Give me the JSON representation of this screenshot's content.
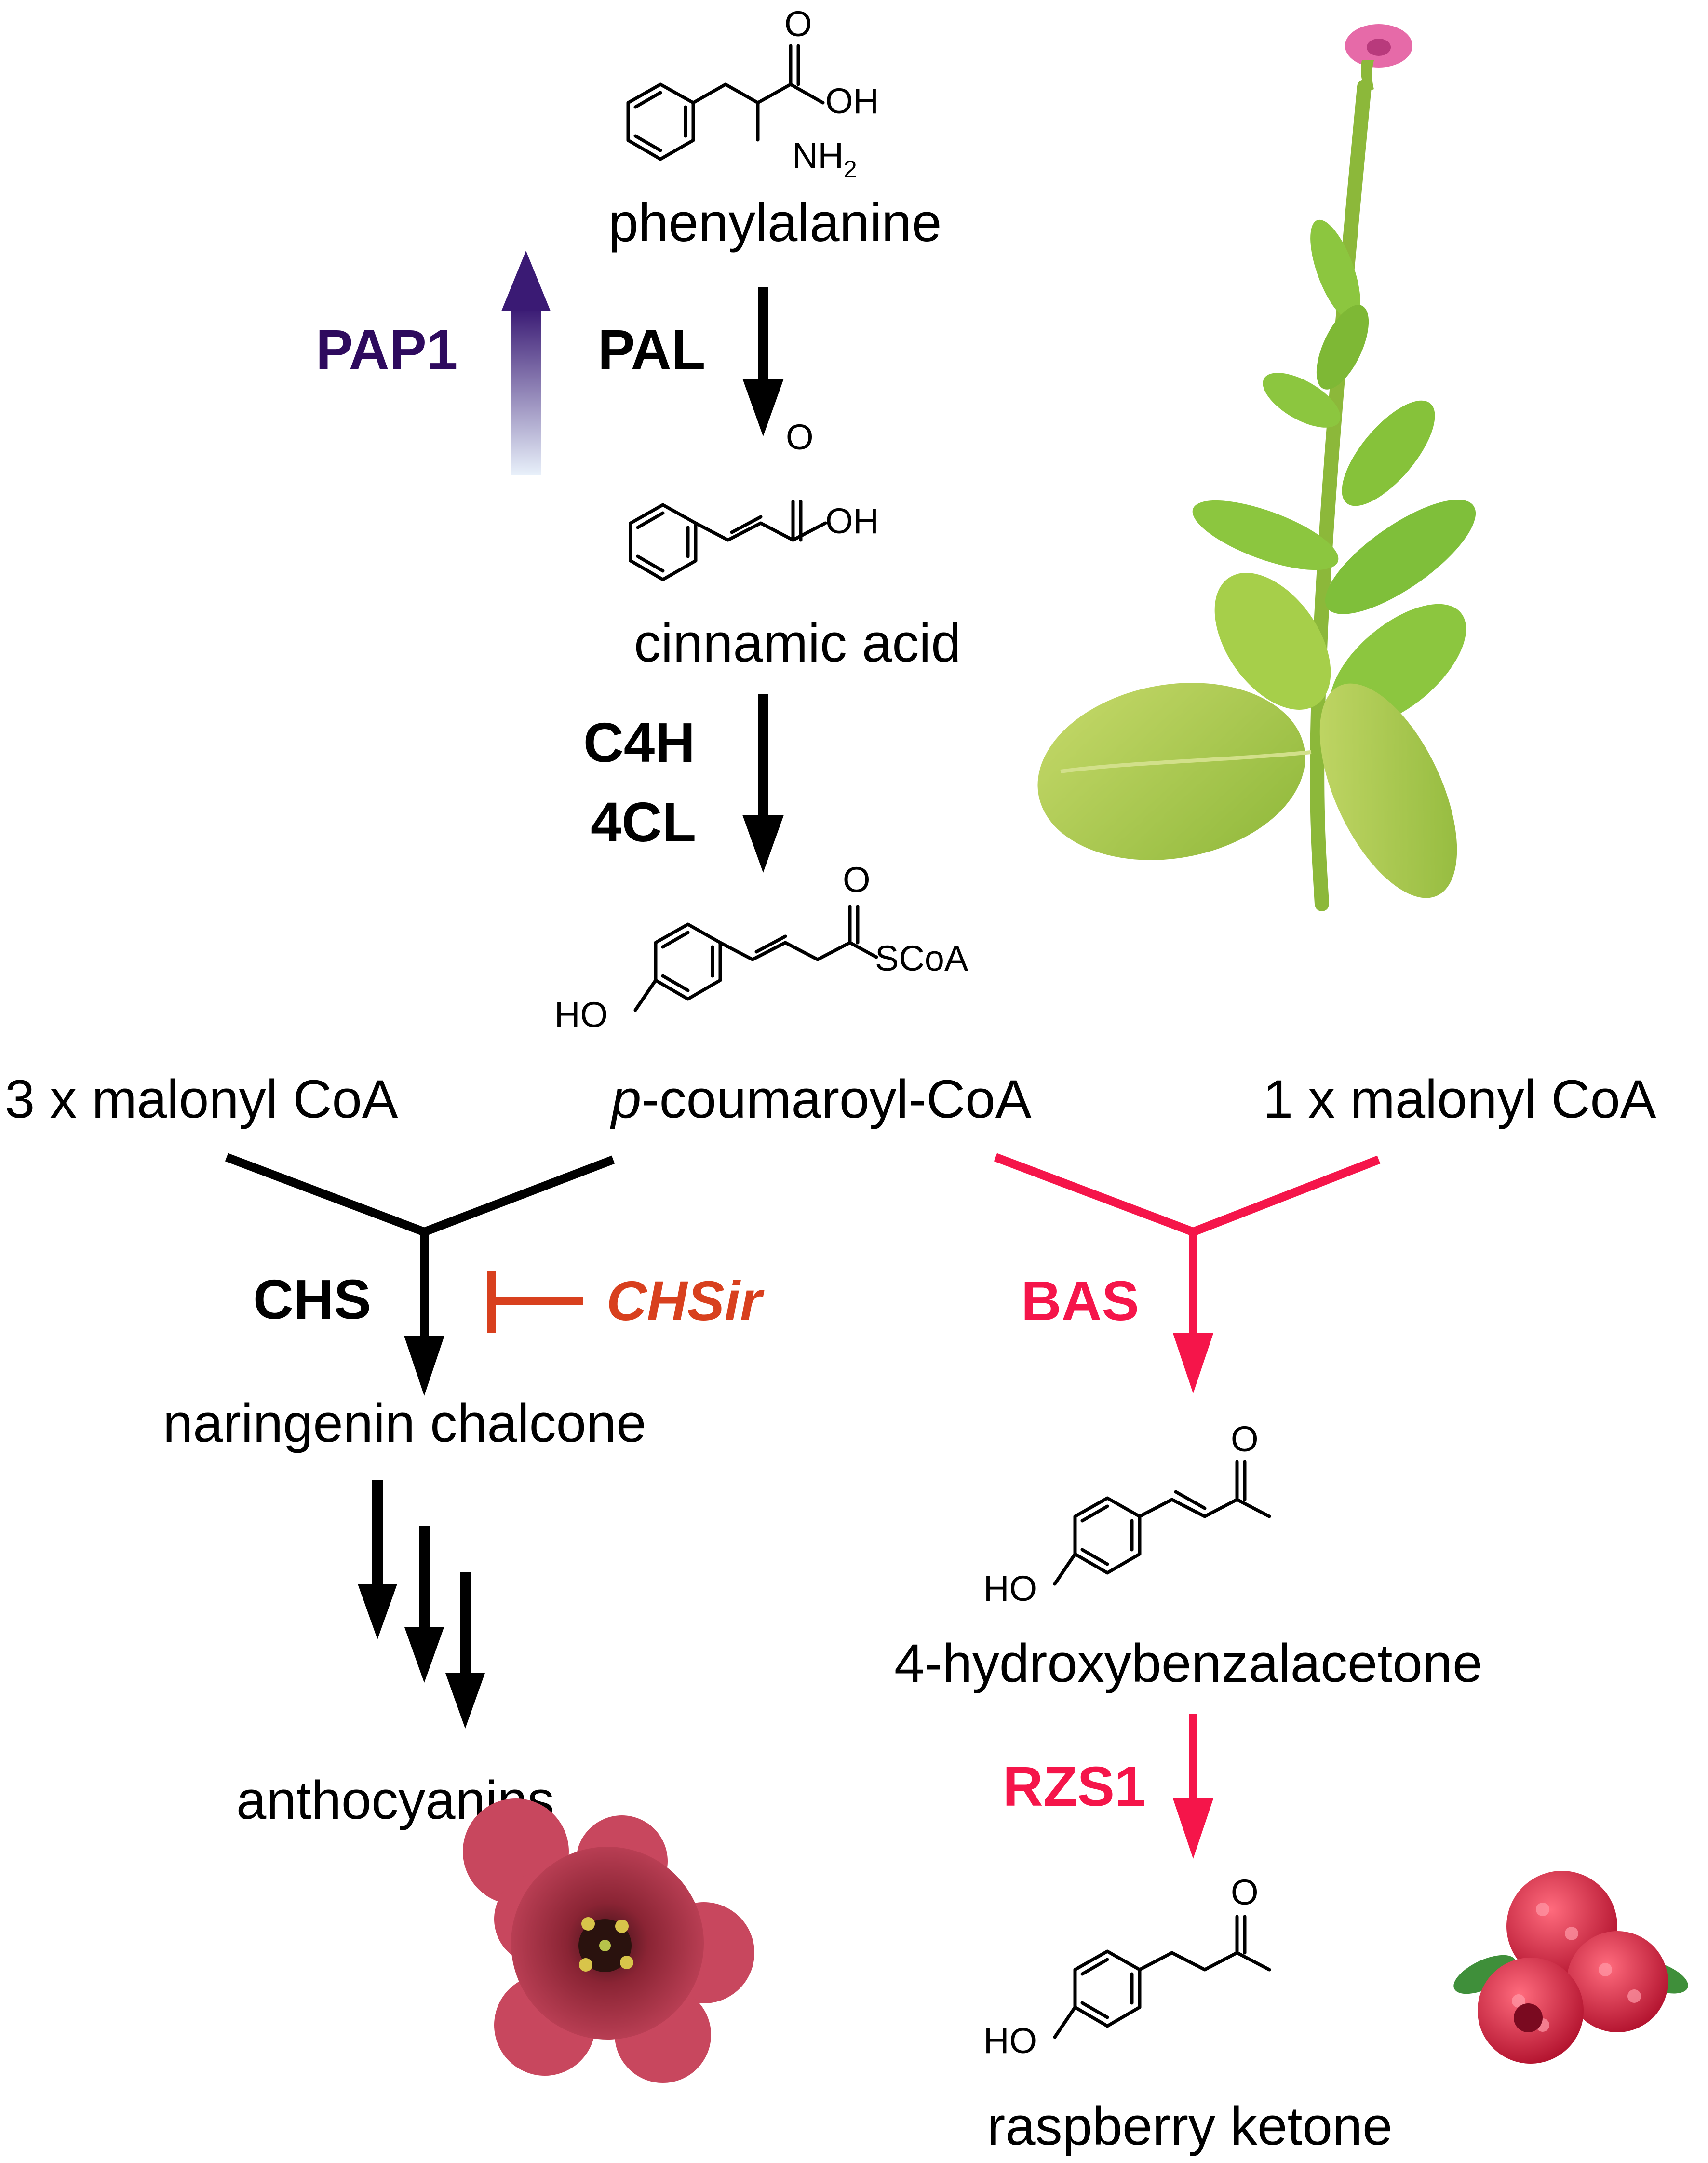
{
  "colors": {
    "black": "#000000",
    "pap1": "#2e0a5e",
    "chsir": "#d8401e",
    "red_path": "#f5154a"
  },
  "compounds": {
    "phenylalanine": "phenylalanine",
    "cinnamic_acid": "cinnamic acid",
    "coumaroyl_italic": "p",
    "coumaroyl_rest": "-coumaroyl-CoA",
    "malonyl3": "3 x malonyl CoA",
    "malonyl1": "1 x malonyl CoA",
    "naringenin": "naringenin chalcone",
    "anthocyanins": "anthocyanins",
    "hba": "4-hydroxybenzalacetone",
    "raspberry": "raspberry ketone"
  },
  "enzymes": {
    "pap1": "PAP1",
    "pal": "PAL",
    "c4h": "C4H",
    "fourcl": "4CL",
    "chs": "CHS",
    "chsir": "CHSir",
    "bas": "BAS",
    "rzs1": "RZS1"
  },
  "atoms": {
    "o": "O",
    "oh": "OH",
    "nh": "NH",
    "nh_sub": "2",
    "ho": "HO",
    "scoa": "SCoA"
  },
  "icons": {
    "plant": "tobacco-plant-icon",
    "flower": "flower-icon",
    "raspberry": "raspberry-icon"
  }
}
